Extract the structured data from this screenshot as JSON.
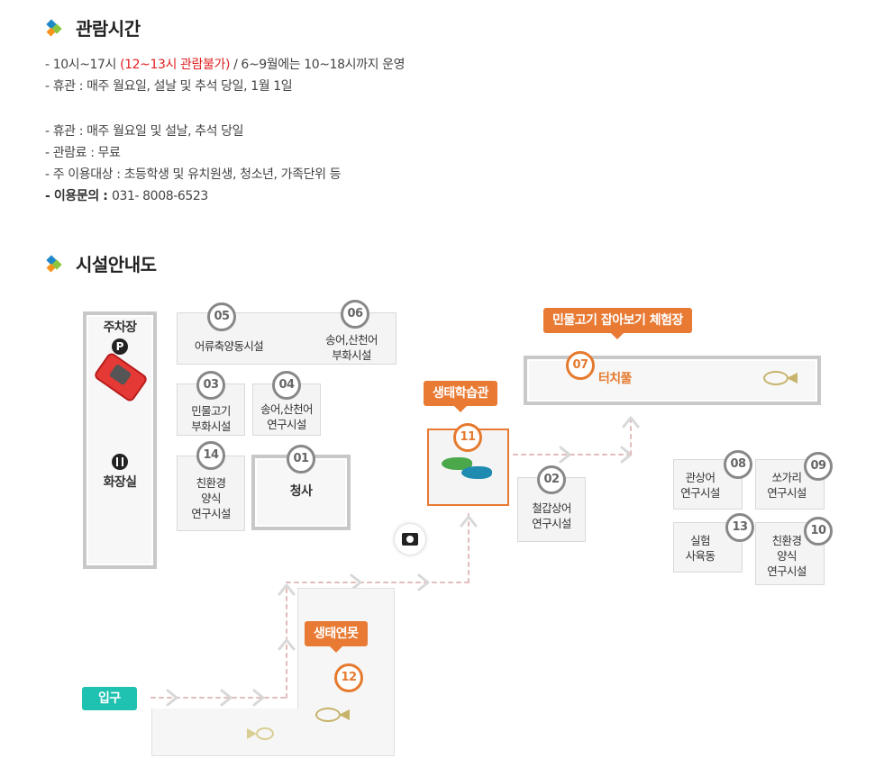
{
  "hours": {
    "title": "관람시간",
    "line1_prefix": "- 10시~17시 ",
    "line1_red": "(12~13시 관람불가)",
    "line1_suffix": " / 6~9월에는 10~18시까지 운영",
    "line2": "- 휴관 : 매주 월요일, 설날 및 추석 당일, 1월 1일",
    "line3": "- 휴관 : 매주 월요일 및 설날, 추석 당일",
    "line4": "- 관람료 : 무료",
    "line5": "- 주 이용대상 : 초등학생 및 유치원생, 청소년, 가족단위 등",
    "line6_label": "- 이용문의 : ",
    "line6_value": "031- 8008-6523"
  },
  "facilities": {
    "title": "시설안내도",
    "parking": "주차장",
    "parking_symbol": "P",
    "restroom": "화장실",
    "entrance": "입구",
    "tags": {
      "t07": "민물고기 잡아보기 체험장",
      "t11": "생태학습관",
      "t12": "생태연못"
    },
    "items": {
      "n01": {
        "num": "01",
        "label": "청사"
      },
      "n02": {
        "num": "02",
        "l1": "철갑상어",
        "l2": "연구시설"
      },
      "n03": {
        "num": "03",
        "l1": "민물고기",
        "l2": "부화시설"
      },
      "n04": {
        "num": "04",
        "l1": "송어,산천어",
        "l2": "연구시설"
      },
      "n05": {
        "num": "05",
        "label": "어류축양동시설"
      },
      "n06": {
        "num": "06",
        "l1": "송어,산천어",
        "l2": "부화시설"
      },
      "n07": {
        "num": "07",
        "label": "터치풀"
      },
      "n08": {
        "num": "08",
        "l1": "관상어",
        "l2": "연구시설"
      },
      "n09": {
        "num": "09",
        "l1": "쏘가리",
        "l2": "연구시설"
      },
      "n10": {
        "num": "10",
        "l1": "친환경",
        "l2": "양식",
        "l3": "연구시설"
      },
      "n11": {
        "num": "11"
      },
      "n12": {
        "num": "12"
      },
      "n13": {
        "num": "13",
        "l1": "실험",
        "l2": "사육동"
      },
      "n14": {
        "num": "14",
        "l1": "친환경",
        "l2": "양식",
        "l3": "연구시설"
      }
    },
    "icons": {
      "car": "car-icon",
      "restroom": "restroom-icon",
      "camera": "camera-icon",
      "fish": "fish-icon"
    }
  },
  "colors": {
    "accent_orange": "#e87a34",
    "entrance_teal": "#1fc1b0",
    "highlight_red": "#e02020"
  }
}
